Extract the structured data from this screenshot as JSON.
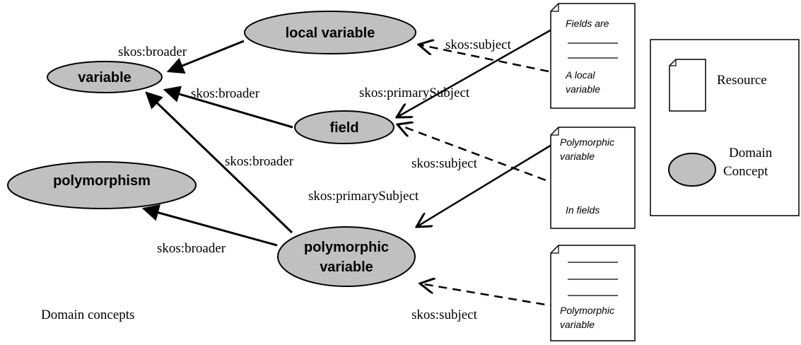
{
  "concepts": {
    "local_variable": "local variable",
    "variable": "variable",
    "field": "field",
    "polymorphism": "polymorphism",
    "polymorphic_variable_line1": "polymorphic",
    "polymorphic_variable_line2": "variable"
  },
  "relations": {
    "broader_local_to_variable": "skos:broader",
    "broader_field_to_variable": "skos:broader",
    "broader_poly_to_variable": "skos:broader",
    "broader_poly_to_polymorphism": "skos:broader",
    "subject_doc1_to_local": "skos:subject",
    "primary_doc1_to_field": "skos:primarySubject",
    "subject_doc2_to_field": "skos:subject",
    "primary_doc2_to_poly": "skos:primarySubject",
    "subject_doc3_to_poly": "skos:subject"
  },
  "documents": {
    "doc1_top": "Fields are",
    "doc1_bottom_line1": "A local",
    "doc1_bottom_line2": "variable",
    "doc2_top_line1": "Polymorphic",
    "doc2_top_line2": "variable",
    "doc2_bottom": "In fields",
    "doc3_bottom_line1": "Polymorphic",
    "doc3_bottom_line2": "variable"
  },
  "legend": {
    "resource": "Resource",
    "domain_line1": "Domain",
    "domain_line2": "Concept"
  },
  "caption": "Domain concepts",
  "colors": {
    "concept_fill": "#c0c0c0",
    "stroke": "#000000",
    "background": "#ffffff"
  }
}
